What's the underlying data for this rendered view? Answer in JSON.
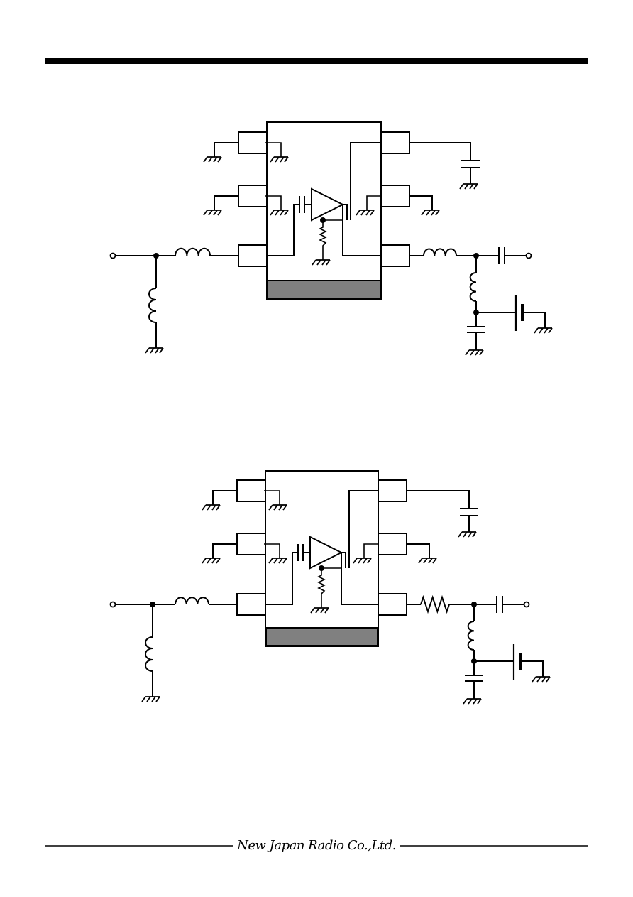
{
  "footer": {
    "brand": "New Japan Radio Co.,Ltd."
  },
  "colors": {
    "ink": "#000000",
    "paddle": "#808080",
    "background": "#ffffff"
  },
  "circuits": [
    {
      "name": "application-circuit-1",
      "output_element": "inductor"
    },
    {
      "name": "application-circuit-2",
      "output_element": "resistor"
    }
  ]
}
